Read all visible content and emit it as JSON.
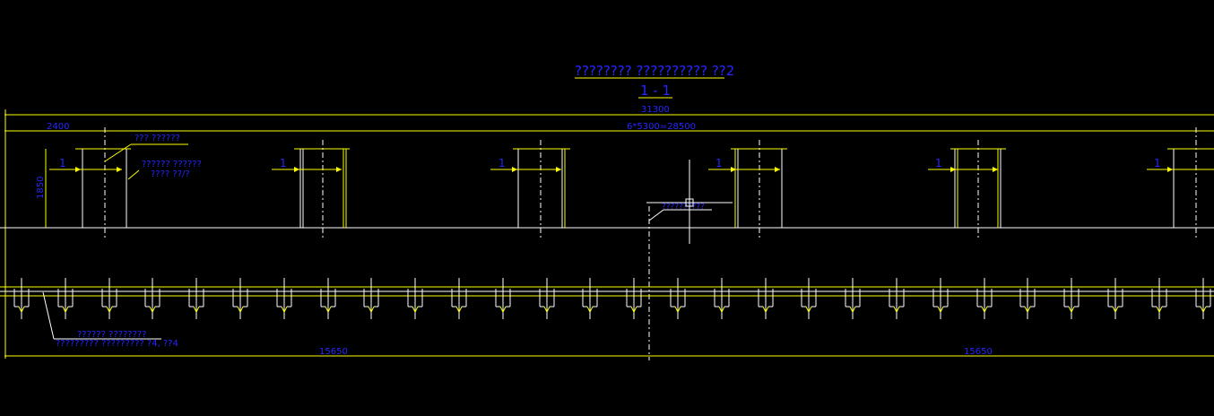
{
  "drawing": {
    "title": "????????  ??????????  ??2",
    "section_label": "1 - 1",
    "total_dim": "31300",
    "span_dim": "6*5300=28500",
    "end_dim": "2400",
    "height_dim": "1850",
    "half_dim_left": "15650",
    "half_dim_right": "15650",
    "section_mark": "1",
    "annotations": {
      "top_note": "???  ??????",
      "mid_note_1": "??????  ??????",
      "mid_note_2": "????  ??/?",
      "cursor_note": "??????????",
      "bottom_note_1": "??????  ????????",
      "bottom_note_2": "?????????  ?????????  ?4, ??4"
    },
    "colors": {
      "background": "#000000",
      "text": "#2626ff",
      "primary_lines": "#ffff00",
      "secondary_lines": "#ffffff"
    }
  }
}
